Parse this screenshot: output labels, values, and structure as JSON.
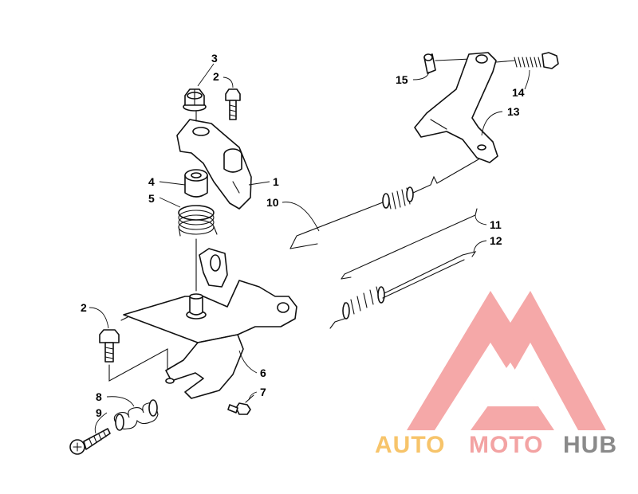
{
  "callouts": [
    "1",
    "2",
    "3",
    "4",
    "5",
    "6",
    "7",
    "8",
    "9",
    "10",
    "11",
    "12",
    "13",
    "14",
    "15"
  ],
  "watermark": {
    "word_auto": "AUTO",
    "word_moto": "MOTO",
    "word_hub": "HUB",
    "color_auto": "#f7c46a",
    "color_moto": "#f3a3a3",
    "color_hub": "#8a8a8a",
    "logo_color": "#f28b8b"
  }
}
